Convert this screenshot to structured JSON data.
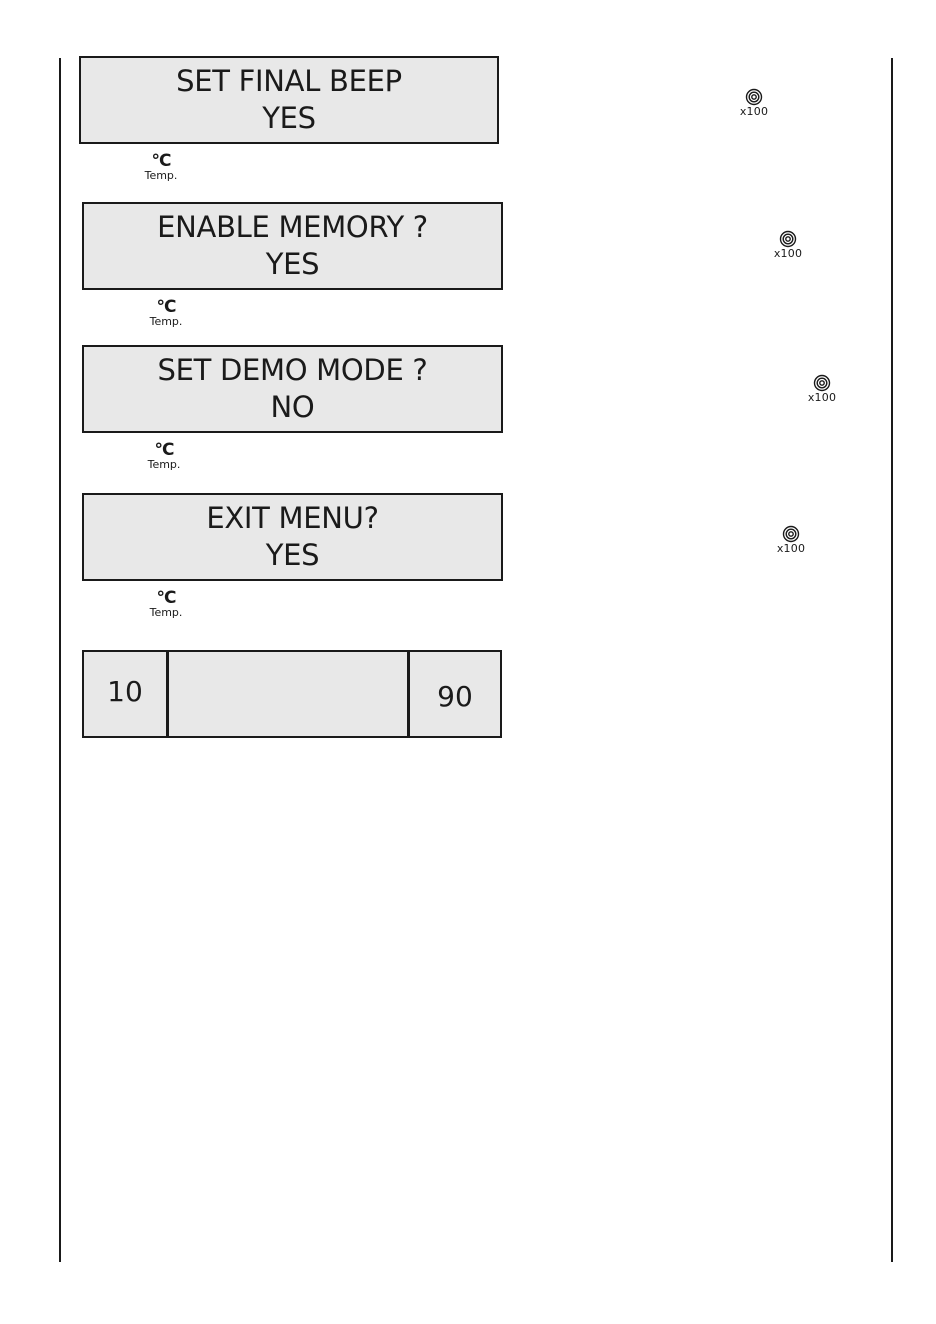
{
  "displays": [
    {
      "line1": "SET FINAL BEEP",
      "line2": "YES"
    },
    {
      "line1": "ENABLE MEMORY ?",
      "line2": "YES"
    },
    {
      "line1": "SET DEMO MODE ?",
      "line2": "NO"
    },
    {
      "line1": "EXIT MENU?",
      "line2": "YES"
    }
  ],
  "temp_button": {
    "symbol": "°C",
    "label": "Temp."
  },
  "spin_button": {
    "label": "x100"
  },
  "final_display": {
    "left": "10",
    "middle": "",
    "right": "90"
  },
  "icons": {
    "temp": "temperature-button-icon",
    "spin": "spin-speed-icon"
  }
}
